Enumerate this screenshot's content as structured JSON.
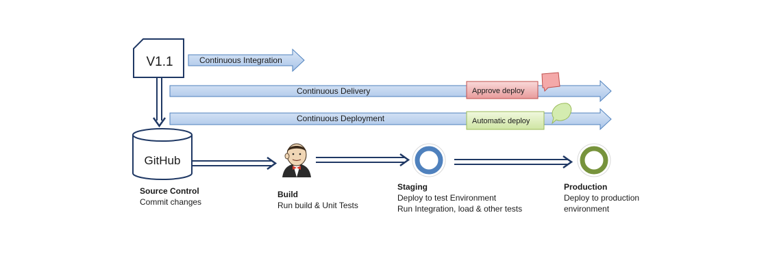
{
  "version_tag": "V1.1",
  "repo": "GitHub",
  "pipelines": {
    "integration": "Continuous Integration",
    "delivery": "Continuous Delivery",
    "deployment": "Continuous Deployment"
  },
  "gates": {
    "approve": "Approve deploy",
    "automatic": "Automatic deploy"
  },
  "stages": {
    "source": {
      "title": "Source Control",
      "line1": "Commit changes"
    },
    "build": {
      "title": "Build",
      "line1": "Run build  & Unit Tests"
    },
    "staging": {
      "title": "Staging",
      "line1": "Deploy to test Environment",
      "line2": "Run Integration, load  & other tests"
    },
    "production": {
      "title": "Production",
      "line1": "Deploy to production",
      "line2": "environment"
    }
  },
  "colors": {
    "navy": "#1f3864",
    "arrow_fill": "#c6d9f1",
    "arrow_stroke": "#4f81bd",
    "approve_fill": "#f2c4c4",
    "approve_stroke": "#c0504d",
    "auto_fill": "#e2f0c6",
    "auto_stroke": "#9bbb59",
    "staging_ring": "#4f81bd",
    "production_ring": "#77933c"
  }
}
